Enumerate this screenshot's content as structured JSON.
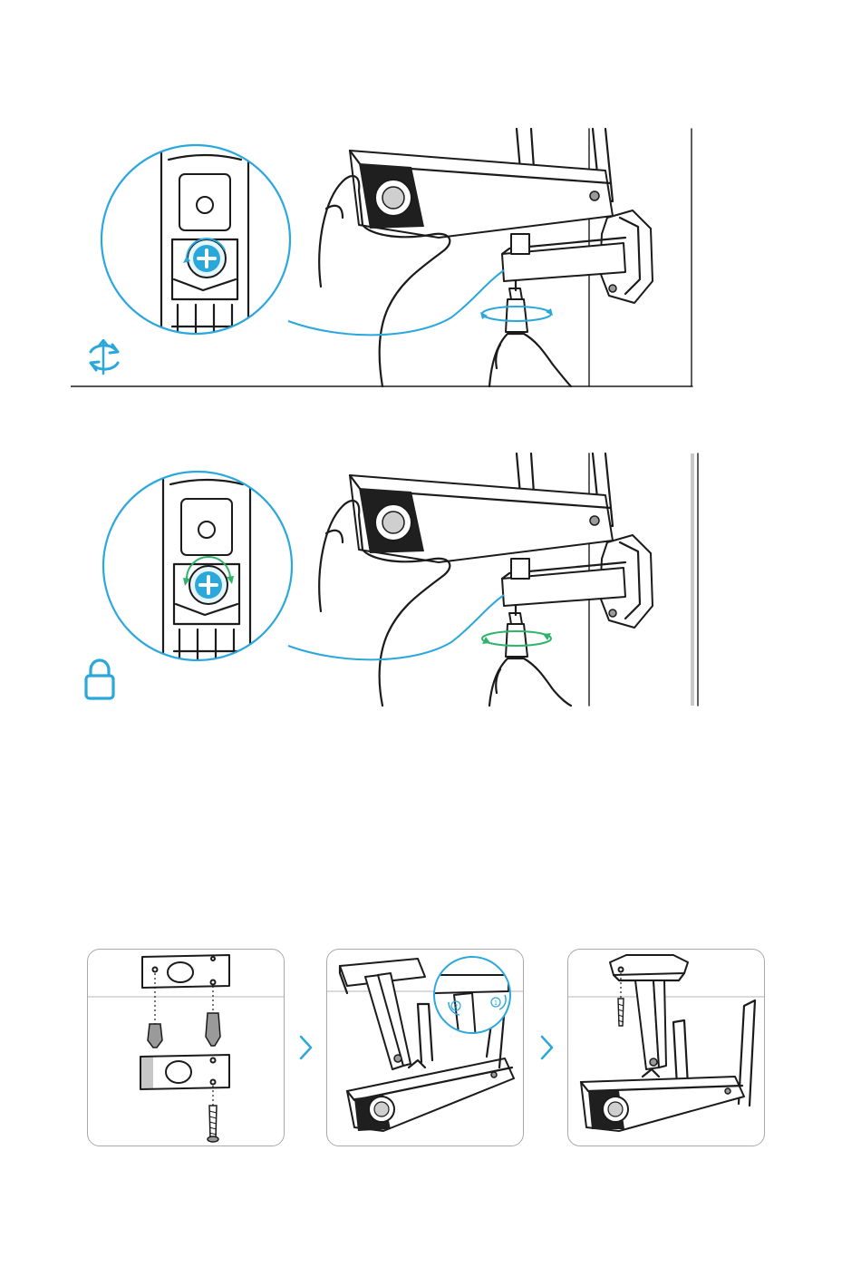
{
  "document": {
    "figures": [
      {
        "id": "adjust",
        "state_icon": "rotate-adjust-icon",
        "accent_color": "#2aa8dc",
        "screw_rotation": "counter-clockwise"
      },
      {
        "id": "lock",
        "state_icon": "lock-icon",
        "accent_color": "#2fb36a",
        "screw_rotation": "clockwise"
      }
    ],
    "steps": [
      {
        "id": "step-1",
        "content": "wall-plate-anchors-and-screws"
      },
      {
        "id": "step-2",
        "content": "mount-bracket-with-callout",
        "callout_markers": [
          "1",
          "2"
        ]
      },
      {
        "id": "step-3",
        "content": "mounted-camera-on-ceiling"
      }
    ],
    "step_arrow_color": "#2aa8dc",
    "frame_color": "#a9a9a9"
  }
}
